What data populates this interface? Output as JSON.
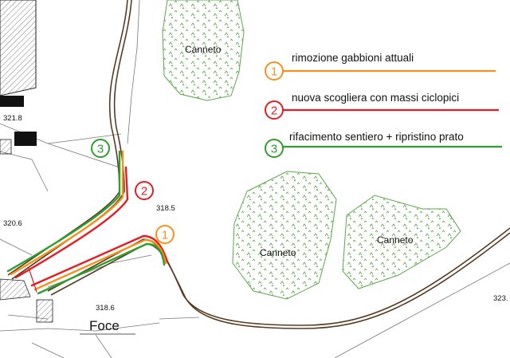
{
  "map": {
    "place_label": "Foce",
    "vegetation_label": "Canneto",
    "elevations": [
      "321.8",
      "320.6",
      "318.5",
      "318.6",
      "323."
    ],
    "legend": [
      {
        "number": "1",
        "label": "rimozione gabbioni attuali",
        "color": "#f5921e"
      },
      {
        "number": "2",
        "label": "nuova scogliera con massi ciclopici",
        "color": "#e31d24"
      },
      {
        "number": "3",
        "label": "rifacimento sentiero + ripristino prato",
        "color": "#2e9e2e"
      }
    ],
    "markers": [
      "1",
      "2",
      "3"
    ],
    "colors": {
      "path": "#5a3a22",
      "reed_outline": "#5aa848",
      "reed_fill": "#ffffff",
      "building": "#111111"
    }
  }
}
